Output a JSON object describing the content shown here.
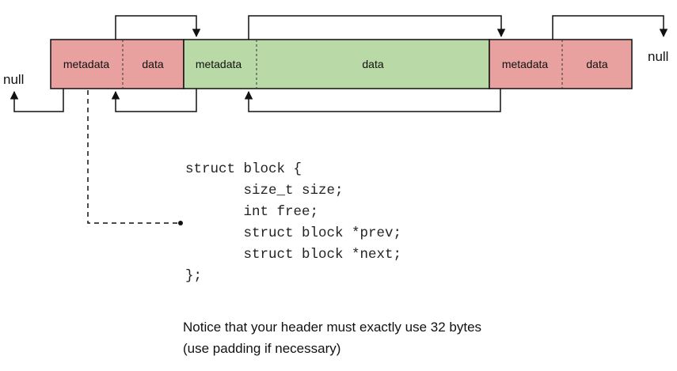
{
  "blocks": [
    {
      "metadata_label": "metadata",
      "data_label": "data",
      "state": "used"
    },
    {
      "metadata_label": "metadata",
      "data_label": "data",
      "state": "free"
    },
    {
      "metadata_label": "metadata",
      "data_label": "data",
      "state": "used"
    }
  ],
  "colors": {
    "used_block": "#e8a19f",
    "free_block": "#b9d9a6",
    "outline": "#111111"
  },
  "null_left": "null",
  "null_right": "null",
  "code": {
    "line1": "struct block {",
    "line2": "       size_t size;",
    "line3": "       int free;",
    "line4": "       struct block *prev;",
    "line5": "       struct block *next;",
    "line6": "};"
  },
  "note": {
    "line1": "Notice that your header must exactly use 32 bytes",
    "line2": "(use padding if necessary)"
  }
}
